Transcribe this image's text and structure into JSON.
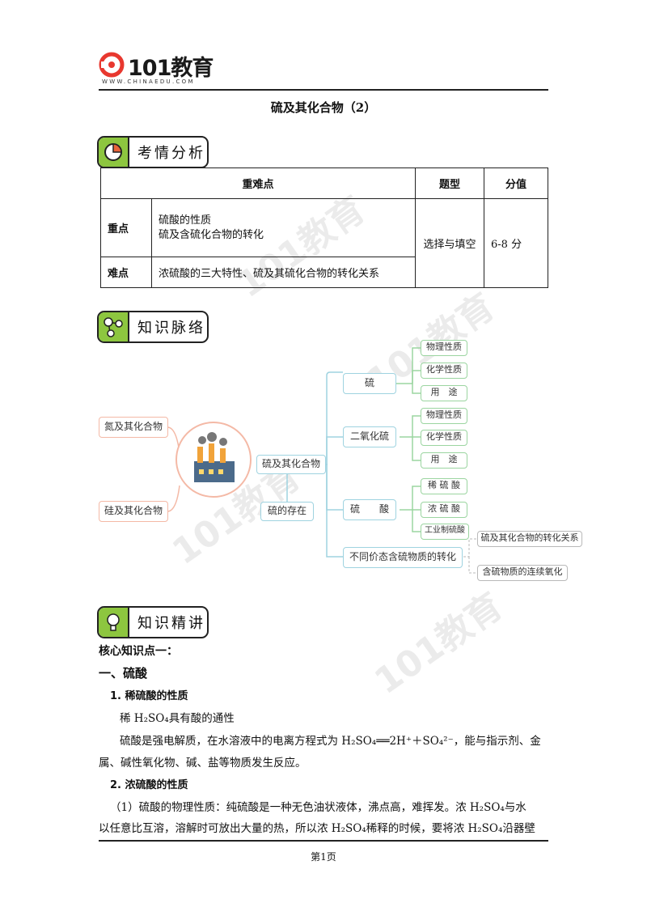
{
  "header": {
    "logo_text": "101教育",
    "logo_url": "WWW.CHINAEDU.COM"
  },
  "title": "硫及其化合物（2）",
  "section1": {
    "heading": "考情分析",
    "table": {
      "headers": [
        "重难点",
        "题型",
        "分值"
      ],
      "row1_label": "重点",
      "row1_line1": "硫酸的性质",
      "row1_line2": "硫及含硫化合物的转化",
      "row2_label": "难点",
      "row2_text": "浓硫酸的三大特性、硫及其硫化合物的转化关系",
      "type": "选择与填空",
      "score": "6-8 分"
    }
  },
  "section2": {
    "heading": "知识脉络",
    "mindmap": {
      "left1": "氮及其化合物",
      "left2": "硅及其化合物",
      "center": "硫及其化合物",
      "existence": "硫的存在",
      "n_sulfur": "硫",
      "n_so2": "二氧化硫",
      "n_acid": "硫　　酸",
      "n_trans": "不同价态含硫物质的转化",
      "s1": "物理性质",
      "s2": "化学性质",
      "s3": "用　途",
      "o1": "物理性质",
      "o2": "化学性质",
      "o3": "用　途",
      "a1": "稀 硫 酸",
      "a2": "浓 硫 酸",
      "a3": "工业制硫酸",
      "t1": "硫及其化合物的转化关系",
      "t2": "含硫物质的连续氧化"
    }
  },
  "section3": {
    "heading": "知识精讲",
    "core": "核心知识点一：",
    "h1": "一、硫酸",
    "h2": "1. 稀硫酸的性质",
    "p1": "稀 H₂SO₄具有酸的通性",
    "p2a": "硫酸是强电解质，在水溶液中的电离方程式为 H₂SO₄══2H⁺＋SO₄²⁻，能与指示剂、金",
    "p2b": "属、碱性氧化物、碱、盐等物质发生反应。",
    "h3": "2. 浓硫酸的性质",
    "p3a": "（1）硫酸的物理性质：纯硫酸是一种无色油状液体，沸点高，难挥发。浓 H₂SO₄与水",
    "p3b": "以任意比互溶，溶解时可放出大量的热，所以浓 H₂SO₄稀释的时候，要将浓 H₂SO₄沿器壁"
  },
  "footer": {
    "page": "第1页"
  },
  "colors": {
    "accent_green": "#8dc63f",
    "logo_red": "#e8382f"
  }
}
